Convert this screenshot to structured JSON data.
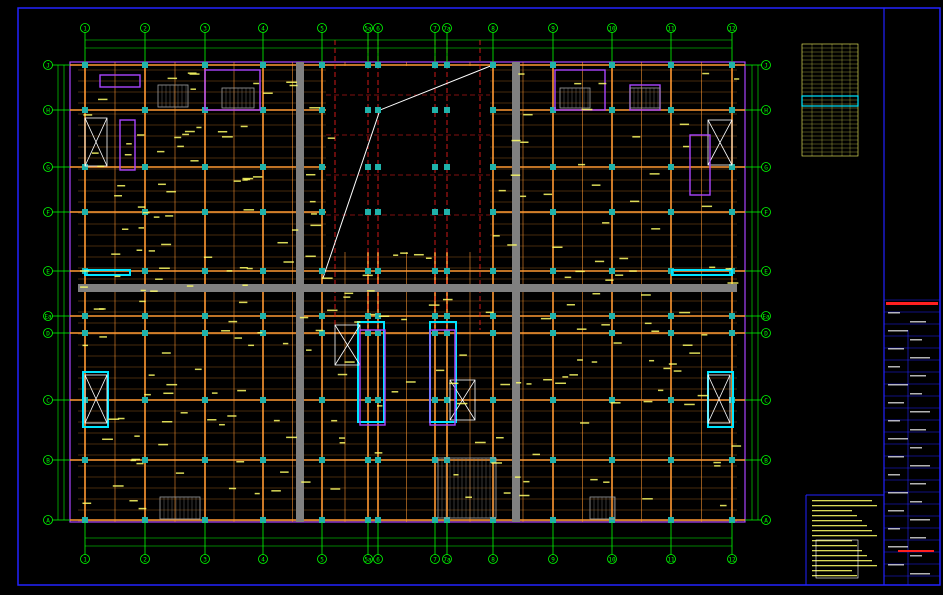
{
  "drawing": {
    "grid_columns": [
      "1",
      "2",
      "3",
      "4",
      "5",
      "5a",
      "6",
      "7",
      "7a",
      "8",
      "9",
      "10",
      "11",
      "12"
    ],
    "grid_rows": [
      "J",
      "H",
      "G",
      "F",
      "E",
      "Ea",
      "D",
      "C",
      "B",
      "A"
    ],
    "colors": {
      "background": "#000000",
      "frame": "#0000ff",
      "grid_axis": "#00ff00",
      "beam": "#ff9933",
      "column": "#20b2aa",
      "wall": "#aa44ff",
      "opening": "#00e5ff",
      "red_line": "#ff2020",
      "white_line": "#ffffff",
      "text": "#ffff66",
      "hatch": "#808080"
    }
  }
}
